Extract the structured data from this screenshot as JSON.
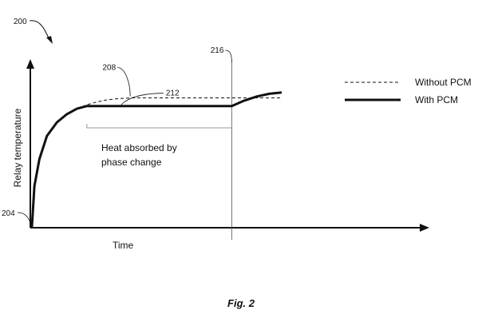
{
  "figure_number": "200",
  "caption": "Fig. 2",
  "chart_data": {
    "type": "line",
    "xlabel": "Time",
    "ylabel": "Relay temperature",
    "xlim": [
      0,
      100
    ],
    "ylim": [
      0,
      100
    ],
    "grid": false,
    "axis_ticks": false,
    "legend_position": "top-right",
    "series": [
      {
        "name": "Without PCM",
        "ref": "208",
        "style": "dashed",
        "x": [
          0,
          1,
          3,
          6,
          10,
          14,
          18,
          22,
          26,
          30,
          35,
          40,
          50,
          60,
          70,
          80,
          90,
          100
        ],
        "y": [
          0,
          30,
          50,
          67,
          77,
          83,
          87,
          90,
          92,
          93.5,
          94.5,
          95,
          95,
          95,
          95,
          95,
          95,
          95
        ]
      },
      {
        "name": "With PCM",
        "ref": "212",
        "style": "solid-thick",
        "x": [
          0,
          1,
          3,
          6,
          10,
          14,
          18,
          22,
          30,
          40,
          50,
          60,
          70,
          80,
          85,
          90,
          95,
          100
        ],
        "y": [
          0,
          30,
          50,
          67,
          77,
          83,
          87,
          89,
          89,
          89,
          89,
          89,
          89,
          89,
          93,
          96,
          98,
          99
        ]
      }
    ],
    "annotations": [
      {
        "text": "Heat absorbed by phase change",
        "type": "bracket",
        "x_start": 22,
        "x_end": 80
      },
      {
        "text": "216",
        "type": "vline",
        "x": 80
      },
      {
        "text": "204",
        "type": "origin-ref",
        "x": 0,
        "y": 0
      }
    ]
  }
}
